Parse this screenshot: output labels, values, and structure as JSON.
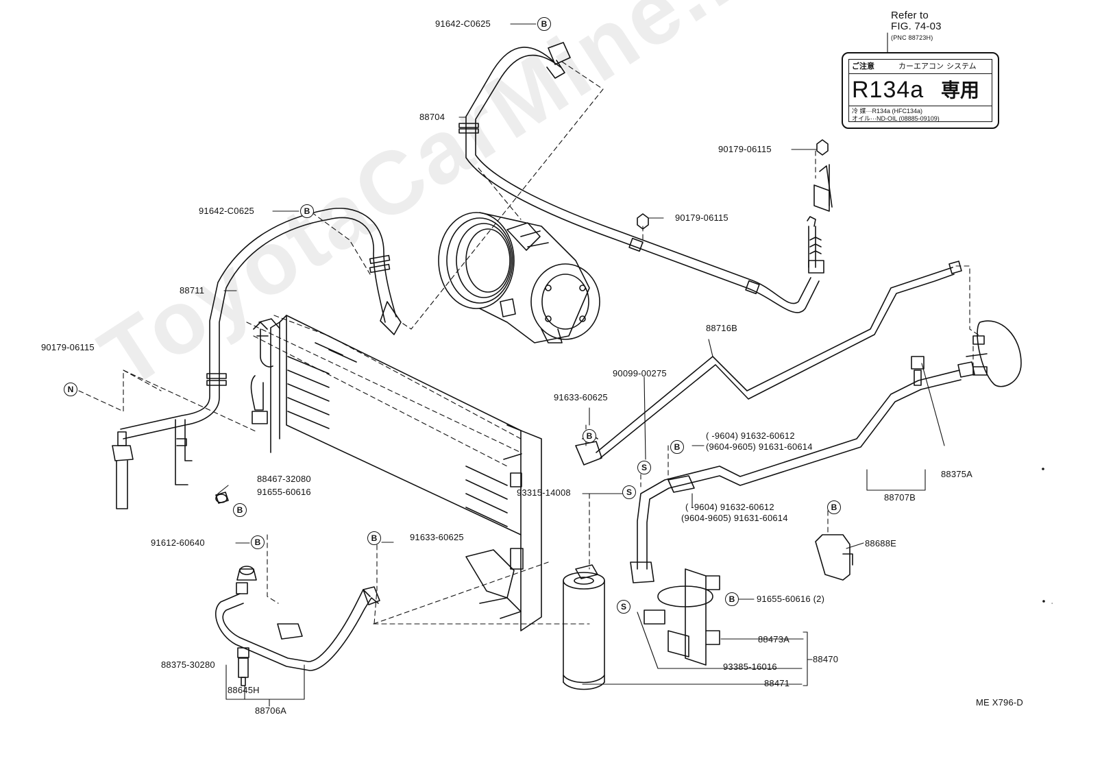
{
  "watermark": "ToyotaCarMine.ru",
  "figure_code": "ME X796-D",
  "refer_note": {
    "line1": "Refer to",
    "line2": "FIG. 74-03",
    "line3": "(PNC 88723H)"
  },
  "warning_label": {
    "header_left": "ご注意",
    "header_mid": "カーエアコン",
    "header_right": "システム",
    "refrigerant": "R134a",
    "exclusive": "専用",
    "detail1": "冷 媒···R134a (HFC134a)",
    "detail2": "オイル···ND-OIL (08885-09109)"
  },
  "codes": {
    "B": "B",
    "N": "N",
    "S": "S"
  },
  "part_numbers": {
    "p91642_top": "91642-C0625",
    "p88704": "88704",
    "p90179_tr1": "90179-06115",
    "p90179_mid": "90179-06115",
    "p91642_left": "91642-C0625",
    "p88711": "88711",
    "p90179_left": "90179-06115",
    "p88716B": "88716B",
    "p90099": "90099-00275",
    "p91633_mid": "91633-60625",
    "p91632_a": "(     -9604) 91632-60612",
    "p91631_a": "(9604-9605) 91631-60614",
    "p88375A": "88375A",
    "p88707B": "88707B",
    "p88467": "88467-32080",
    "p91655_left": "91655-60616",
    "p93315": "93315-14008",
    "p91632_b": "(     -9604) 91632-60612",
    "p91631_b": "(9604-9605) 91631-60614",
    "p91612": "91612-60640",
    "p91633_low": "91633-60625",
    "p88688E": "88688E",
    "p91655_right": "91655-60616 (2)",
    "p88473A": "88473A",
    "p88470": "88470",
    "p93385": "93385-16016",
    "p88471": "88471",
    "p88375_30280": "88375-30280",
    "p88645H": "88645H",
    "p88706A": "88706A"
  }
}
